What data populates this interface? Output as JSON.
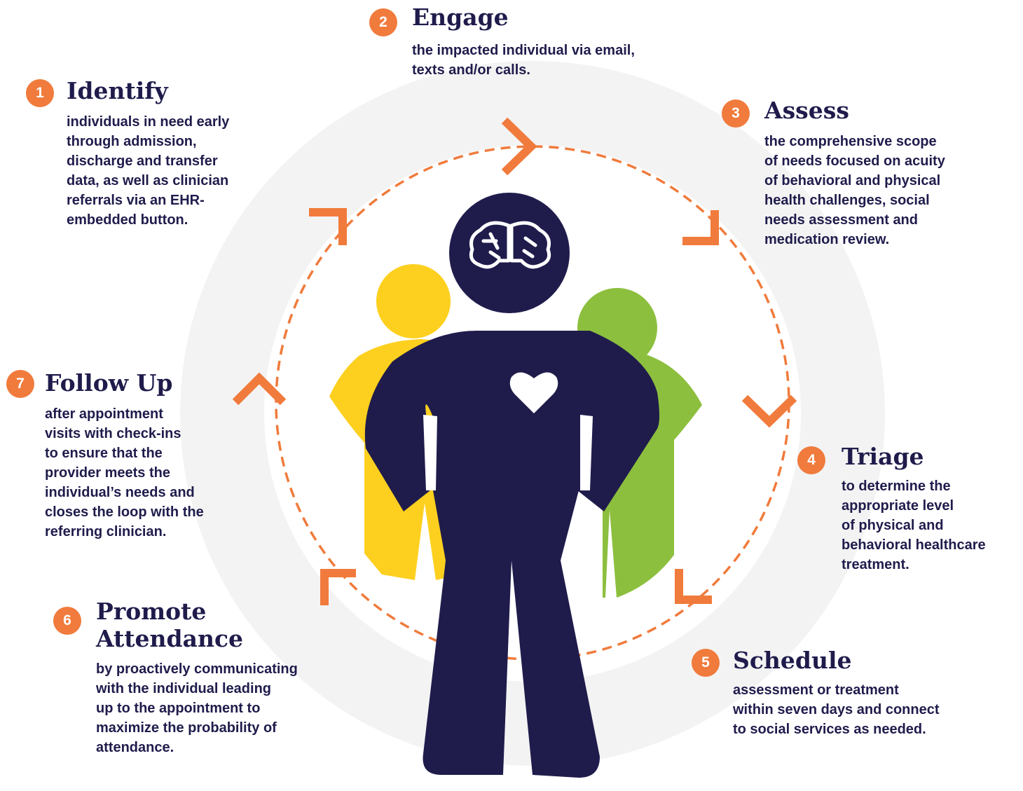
{
  "colors": {
    "accent": "#f07b3c",
    "navy": "#1f1c4c",
    "yellow": "#fdd01f",
    "green": "#8dbf3e",
    "ring": "#f3f3f3"
  },
  "icons": {
    "center": "brain-icon",
    "chest": "heart-icon"
  },
  "steps": [
    {
      "number": "1",
      "title": "Identify",
      "description": "individuals in need early\nthrough admission,\ndischarge and transfer\ndata, as well as clinician\nreferrals via an EHR-\nembedded button."
    },
    {
      "number": "2",
      "title": "Engage",
      "description": "the impacted individual via email,\ntexts and/or calls."
    },
    {
      "number": "3",
      "title": "Assess",
      "description": "the comprehensive scope\nof needs focused on acuity\nof behavioral and physical\nhealth challenges, social\nneeds assessment and\nmedication review."
    },
    {
      "number": "4",
      "title": "Triage",
      "description": "to determine the\nappropriate level\nof physical and\nbehavioral healthcare\ntreatment."
    },
    {
      "number": "5",
      "title": "Schedule",
      "description": "assessment or treatment\nwithin seven days and connect\nto social services as needed."
    },
    {
      "number": "6",
      "title": "Promote\nAttendance",
      "description": "by proactively communicating\nwith the individual leading\nup to the appointment to\nmaximize the probability of\nattendance."
    },
    {
      "number": "7",
      "title": "Follow Up",
      "description": "after appointment\nvisits with check-ins\nto ensure that the\nprovider meets the\nindividual’s needs and\ncloses the loop with the\nreferring clinician."
    }
  ]
}
